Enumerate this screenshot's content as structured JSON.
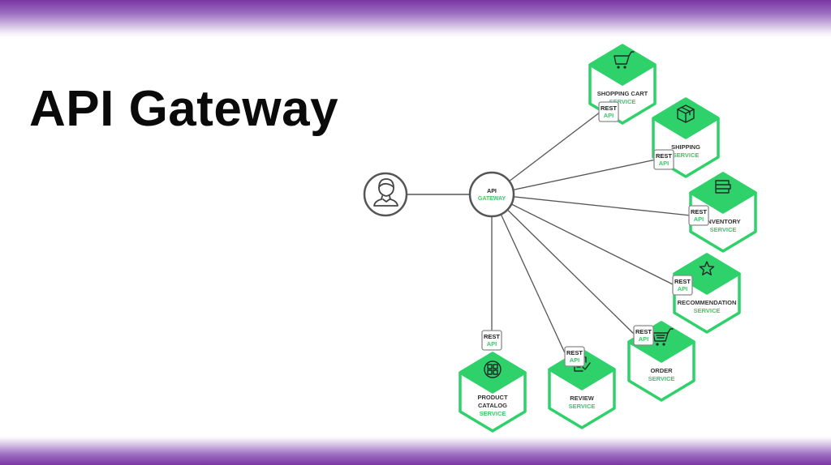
{
  "slide": {
    "title": "API Gateway",
    "colors": {
      "band": "#7a36a4",
      "accent_green": "#2ed16a",
      "label_green": "#3cc76a",
      "line": "#555555",
      "text_dark": "#222222"
    }
  },
  "diagram": {
    "client": {
      "icon": "user-icon",
      "label": ""
    },
    "gateway": {
      "line1": "API",
      "line2": "GATEWAY"
    },
    "badge": {
      "line1": "REST",
      "line2": "API"
    },
    "services": [
      {
        "id": "shopping-cart",
        "name_lines": [
          "SHOPPING CART"
        ],
        "sub": "SERVICE",
        "icon": "shopping-cart-icon"
      },
      {
        "id": "shipping",
        "name_lines": [
          "SHIPPING"
        ],
        "sub": "SERVICE",
        "icon": "package-box-icon"
      },
      {
        "id": "inventory",
        "name_lines": [
          "INVENTORY"
        ],
        "sub": "SERVICE",
        "icon": "stack-icon"
      },
      {
        "id": "recommendation",
        "name_lines": [
          "RECOMMENDATION"
        ],
        "sub": "SERVICE",
        "icon": "star-icon"
      },
      {
        "id": "order",
        "name_lines": [
          "ORDER"
        ],
        "sub": "SERVICE",
        "icon": "order-cart-icon"
      },
      {
        "id": "review",
        "name_lines": [
          "REVIEW"
        ],
        "sub": "SERVICE",
        "icon": "review-document-icon"
      },
      {
        "id": "product-catalog",
        "name_lines": [
          "PRODUCT",
          "CATALOG"
        ],
        "sub": "SERVICE",
        "icon": "catalog-grid-icon"
      }
    ]
  }
}
